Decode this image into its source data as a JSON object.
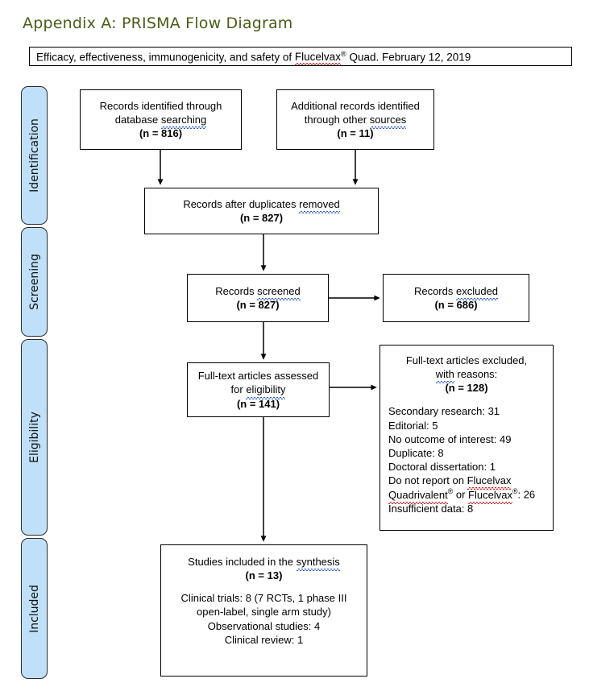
{
  "page": {
    "title": "Appendix A: PRISMA Flow Diagram",
    "title_color": "#4a5d18"
  },
  "caption": {
    "text_before": "Efficacy, effectiveness, immunogenicity, and safety of ",
    "brand": "Flucelvax",
    "reg_mark": "®",
    "text_after": " Quad. February 12, 2019"
  },
  "stages": [
    {
      "label": "Identification"
    },
    {
      "label": "Screening"
    },
    {
      "label": "Eligibility"
    },
    {
      "label": "Included"
    }
  ],
  "boxes": {
    "db_search": {
      "line1": "Records identified through",
      "line2a": "database ",
      "line2b": "searching",
      "count": "(n = 816)"
    },
    "other_sources": {
      "line1": "Additional records identified",
      "line2a": "through other ",
      "line2b": "sources",
      "count": "(n = 11)"
    },
    "dedup": {
      "line1a": "Records after duplicates ",
      "line1b": "removed",
      "count": "(n = 827)"
    },
    "screened": {
      "line1a": "Records ",
      "line1b": "screened",
      "count": "(n = 827)"
    },
    "excluded": {
      "line1a": "Records ",
      "line1b": "excluded",
      "count": "(n = 686)"
    },
    "fulltext": {
      "line1": "Full-text articles assessed",
      "line2a": "for ",
      "line2b": "eligibility",
      "count": "(n = 141)"
    },
    "reasons": {
      "line1": "Full-text articles excluded,",
      "line2a": "with",
      "line2b": " reasons:",
      "count": "(n = 128)",
      "items": [
        {
          "text": "Secondary research: 31"
        },
        {
          "text": "Editorial: 5"
        },
        {
          "text": "No outcome of interest: 49"
        },
        {
          "text": "Duplicate: 8"
        },
        {
          "text": "Doctoral dissertation: 1"
        }
      ],
      "item_flucelvax_prefix": "Do not report on ",
      "item_flucelvax_brand": "Flucelvax",
      "item_quad_brand": "Quadrivalent",
      "item_quad_mid": " or ",
      "item_quad_brand2": "Flucelvax",
      "item_quad_suffix": ": 26",
      "item_last": "Insufficient data: 8"
    },
    "included": {
      "line1a": "Studies included in the ",
      "line1b": "synthesis",
      "count": "(n = 13)",
      "detail1": "Clinical trials: 8 (7 RCTs, 1 phase III",
      "detail2": "open-label, single arm study)",
      "detail3": "Observational studies: 4",
      "detail4": "Clinical review: 1"
    }
  }
}
